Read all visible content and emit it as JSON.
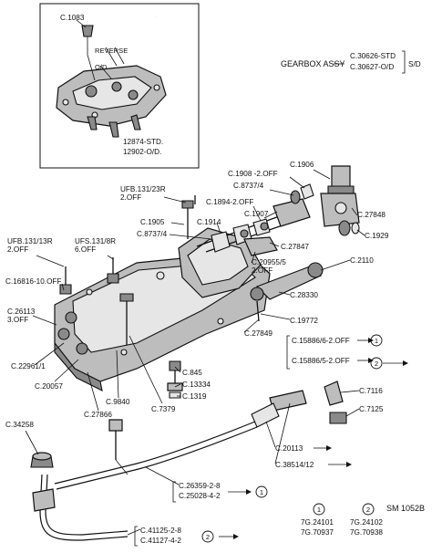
{
  "inset": {
    "part": "C.1083",
    "reverse": "REVERSE",
    "od": "O/D",
    "caption": [
      "12874-STD.",
      "12902-O/D."
    ]
  },
  "gearbox": {
    "label": "GEARBOX ASSY",
    "std": "C.30626-STD",
    "od": "C.30627-O/D",
    "suffix": "S/D"
  },
  "labels": {
    "c1906": "C.1906",
    "c1908": "C.1908 -2.OFF",
    "c8737a": "C.8737/4",
    "ufb23": "UFB.131/23R",
    "off2a": "2.OFF",
    "c1894": "C.1894-2.OFF",
    "c1907": "C.1907",
    "c27848": "C.27848",
    "c1905": "C.1905",
    "c1914": "C.1914",
    "c8737b": "C.8737/4",
    "c1929": "C.1929",
    "ufb13": "UFB.131/13R",
    "off2b": "2.OFF",
    "ufs18": "UFS.131/8R",
    "off6": "6.OFF",
    "c27847": "C.27847",
    "c2110": "C.2110",
    "c20955": "C.20955/5",
    "off2c": "2.OFF",
    "c16816": "C.16816-10.OFF",
    "c28330": "C.28330",
    "c26113": "C.26113",
    "off3": "3.OFF",
    "c19772": "C.19772",
    "c27849": "C.27849",
    "c15886a": "C.15886/6-2.OFF",
    "c15886b": "C.15886/5-2.OFF",
    "c22961": "C.22961/1",
    "c845": "C.845",
    "c13334": "C.13334",
    "c1319": "C.1319",
    "c20057": "C.20057",
    "c9840": "C.9840",
    "c7379": "C.7379",
    "c27866": "C.27866",
    "c7116": "C.7116",
    "c7125": "C.7125",
    "c34258": "C.34258",
    "c20113": "C.20113",
    "c38514": "C.38514/12",
    "c26359": "C.26359-2-8",
    "c25028": "C.25028-4-2",
    "c41125a": "C.41125-2-8",
    "c41127": "C.41127-4-2"
  },
  "markers": {
    "one": "1",
    "two": "2"
  },
  "legend": {
    "one": [
      "7G.24101",
      "7G.70937"
    ],
    "two": [
      "7G.24102",
      "7G.70938"
    ]
  },
  "ref": "SM 1052B"
}
